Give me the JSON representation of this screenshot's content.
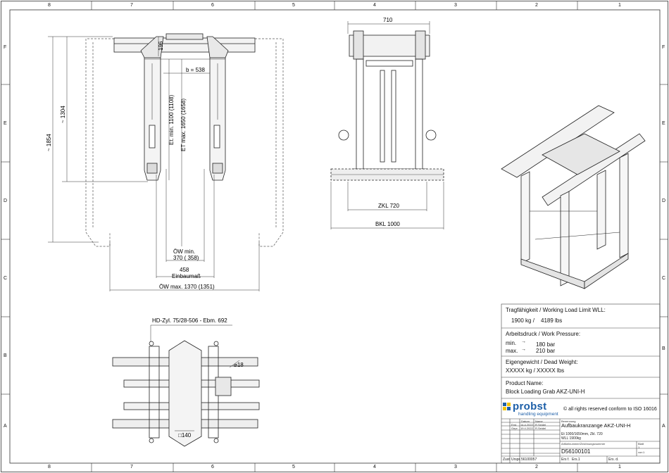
{
  "frame": {
    "columns_top": [
      "8",
      "7",
      "6",
      "5",
      "4",
      "3",
      "2",
      "1"
    ],
    "columns_bottom": [
      "8",
      "7",
      "6",
      "5",
      "4",
      "3",
      "2",
      "1"
    ],
    "rows_left": [
      "F",
      "E",
      "D",
      "C",
      "B",
      "A"
    ],
    "rows_right": [
      "F",
      "E",
      "D",
      "C",
      "B",
      "A"
    ]
  },
  "front_view": {
    "dim_196": "196",
    "dim_b": "b = 538",
    "dim_1304": "~ 1304",
    "dim_1854": "~ 1854",
    "dim_et_min": "Et. min. 1100 (1108)",
    "dim_et_max": "ET max. 1650 (1658)",
    "dim_ow_min_label": "ÖW min.",
    "dim_ow_min_value": "370  ( 358)",
    "dim_458": "458",
    "dim_einbau": "Einbaumaß",
    "dim_ow_max": "ÖW max. 1370 (1351)"
  },
  "side_view": {
    "dim_710": "710",
    "dim_zkl": "ZKL 720",
    "dim_bkl": "BKL 1000"
  },
  "top_view": {
    "cylinder": "HD-Zyl. 75/28-506 - Ebm. 692",
    "dim_18": "18",
    "dim_140": "140"
  },
  "specs": {
    "wll_heading": "Tragfähigkeit / Working Load Limit WLL:",
    "wll_kg": "1900 kg /",
    "wll_lbs": "4189 lbs",
    "pressure_heading": "Arbeitsdruck / Work Pressure:",
    "pressure_min_label": "min.",
    "pressure_min_value": "180  bar",
    "pressure_max_label": "max.",
    "pressure_max_value": "210  bar",
    "arrow": "→",
    "weight_heading": "Eigengewicht / Dead Weight:",
    "weight_value": "XXXXX  kg  /  XXXXX lbs",
    "product_heading": "Product Name:",
    "product_value": "Block Loading Grab AKZ-UNI-H"
  },
  "title_block": {
    "logo_word": "probst",
    "logo_sub": "handling equipment",
    "copyright": "© all rights reserved conform to ISO 16016",
    "hdr_datum": "Datum",
    "hdr_name": "Name",
    "row_erst_label": "Erst.",
    "row_erst_date": "14.4.2022",
    "row_erst_name": "R.Seidel",
    "row_gepr_label": "Gepr.",
    "row_gepr_date": "19.4.2022",
    "row_gepr_name": "R.Seidel",
    "benennung_label": "Benennung",
    "title": "Aufbaukranzange AKZ-UNI-H",
    "subtitle_1": "Et 1000/1650mm, Zkl. 720",
    "subtitle_2": "WLL 1900kg",
    "drawing_no_label": "Artikelnummer/Zeichnungsnummer",
    "drawing_no": "D56100101",
    "blatt_label": "Blatt",
    "blatt_value": "1",
    "von_label": "von",
    "von_value": "1",
    "zust_label": "Zust",
    "urspr_label": "Urspr.",
    "urspr_value": "56100057",
    "ers_label": "Ers f.",
    "ers_value": "Ers.1",
    "ers_d_label": "Ers. d."
  }
}
